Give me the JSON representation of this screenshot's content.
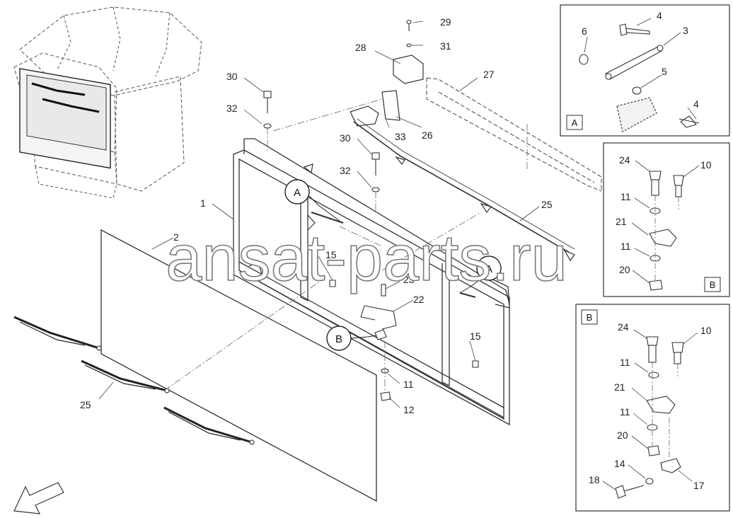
{
  "watermark": "ansat-parts.ru",
  "callouts": {
    "A": "A",
    "B": "B"
  },
  "detail_boxes": {
    "A": "A",
    "B1": "B",
    "B2": "B"
  },
  "labels": {
    "l1": "1",
    "l2": "2",
    "l3": "3",
    "l4a": "4",
    "l4b": "4",
    "l5": "5",
    "l6": "6",
    "l10a": "10",
    "l10b": "10",
    "l11a": "11",
    "l11b": "11",
    "l11c": "11",
    "l11d": "11",
    "l11e": "11",
    "l12": "12",
    "l14": "14",
    "l15a": "15",
    "l15b": "15",
    "l17": "17",
    "l18": "18",
    "l20a": "20",
    "l20b": "20",
    "l21a": "21",
    "l21b": "21",
    "l22": "22",
    "l23": "23",
    "l24a": "24",
    "l24b": "24",
    "l25a": "25",
    "l25b": "25",
    "l26": "26",
    "l27": "27",
    "l28": "28",
    "l29": "29",
    "l30a": "30",
    "l30b": "30",
    "l31": "31",
    "l32a": "32",
    "l32b": "32",
    "l33": "33"
  }
}
